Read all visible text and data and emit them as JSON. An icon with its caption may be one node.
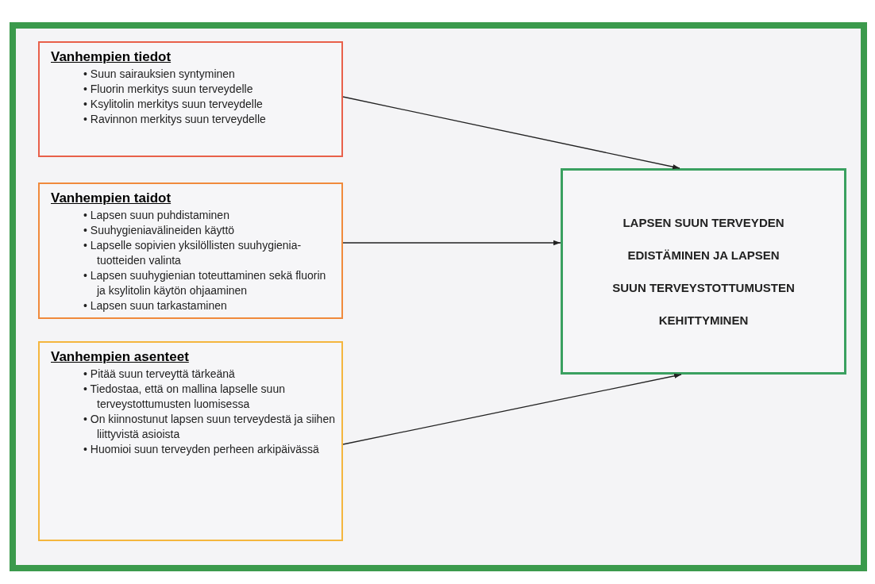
{
  "diagram": {
    "nodes": [
      {
        "text": [],
        "shape": "box"
      },
      {
        "text": [
          "Vanhempien tiedot",
          "• Suun sairauksien syntyminen",
          "• Fluorin merkitys suun terveydelle",
          "• Ksylitolin merkitys suun terveydelle",
          "• Ravinnon merkitys suun terveydelle"
        ],
        "in": 0
      },
      {
        "text": [
          "Vanhempien taidot",
          "• Lapsen suun puhdistaminen",
          "• Suuhygieniavälineiden käyttö",
          "• Lapselle sopivien yksilöllisten suuhygienia-tuotteiden valinta",
          "• Lapsen suuhygienian toteuttaminen sekä fluorin ja ksylitolin käytön ohjaaminen",
          "• Lapsen suun tarkastaminen"
        ],
        "in": 0
      },
      {
        "text": [
          "Vanhempien asenteet",
          "• Pitää suun terveyttä tärkeänä",
          "• Tiedostaa, että on mallina lapselle suun terveystottumusten luomisessa",
          "• On kiinnostunut lapsen suun terveydestä ja siihen liittyvistä asioista",
          "• Huomioi suun terveyden perheen arkipäivässä"
        ],
        "in": 0
      },
      {
        "text": [
          "LAPSEN SUUN TERVEYDEN EDISTÄMINEN JA LAPSEN SUUN TERVEYSTOTTUMUSTEN KEHITTYMINEN"
        ],
        "in": 0
      }
    ],
    "edges": [
      {
        "from": 1,
        "to": 4,
        "arrow": "to"
      },
      {
        "from": 2,
        "to": 4,
        "arrow": "to"
      },
      {
        "from": 3,
        "to": 4,
        "arrow": "to"
      }
    ]
  }
}
